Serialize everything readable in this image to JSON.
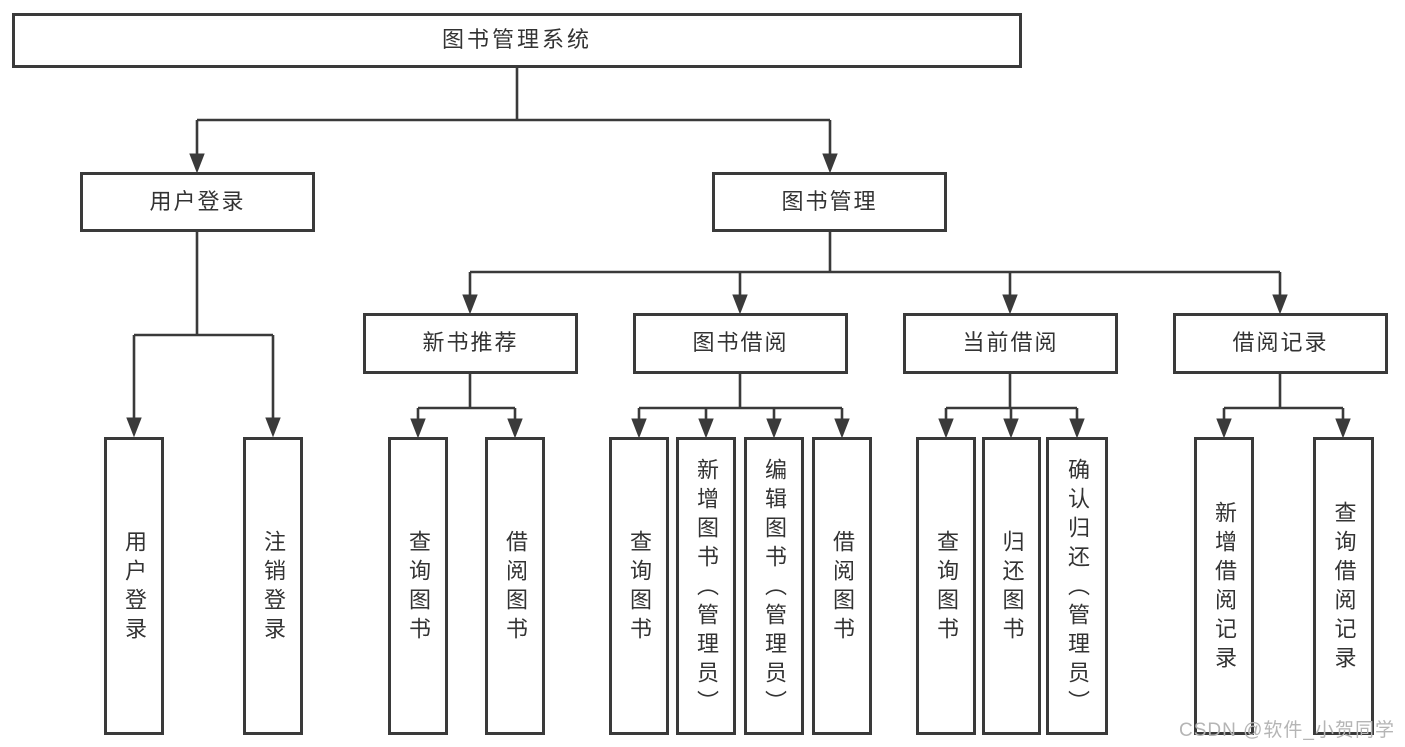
{
  "colors": {
    "line": "#3a3a3a",
    "box_border": "#3a3a3a",
    "box_background": "#ffffff",
    "text": "#333333",
    "watermark": "#b5b5b5"
  },
  "watermark": {
    "text": "CSDN @软件_小贺同学"
  },
  "tree": {
    "root": {
      "label": "图书管理系统"
    },
    "children": [
      {
        "label": "用户登录",
        "children": [
          {
            "label": "用户登录"
          },
          {
            "label": "注销登录"
          }
        ]
      },
      {
        "label": "图书管理",
        "children": [
          {
            "label": "新书推荐",
            "children": [
              {
                "label": "查询图书"
              },
              {
                "label": "借阅图书"
              }
            ]
          },
          {
            "label": "图书借阅",
            "children": [
              {
                "label": "查询图书"
              },
              {
                "label": "新增图书（管理员）"
              },
              {
                "label": "编辑图书（管理员）"
              },
              {
                "label": "借阅图书"
              }
            ]
          },
          {
            "label": "当前借阅",
            "children": [
              {
                "label": "查询图书"
              },
              {
                "label": "归还图书"
              },
              {
                "label": "确认归还（管理员）"
              }
            ]
          },
          {
            "label": "借阅记录",
            "children": [
              {
                "label": "新增借阅记录"
              },
              {
                "label": "查询借阅记录"
              }
            ]
          }
        ]
      }
    ]
  }
}
